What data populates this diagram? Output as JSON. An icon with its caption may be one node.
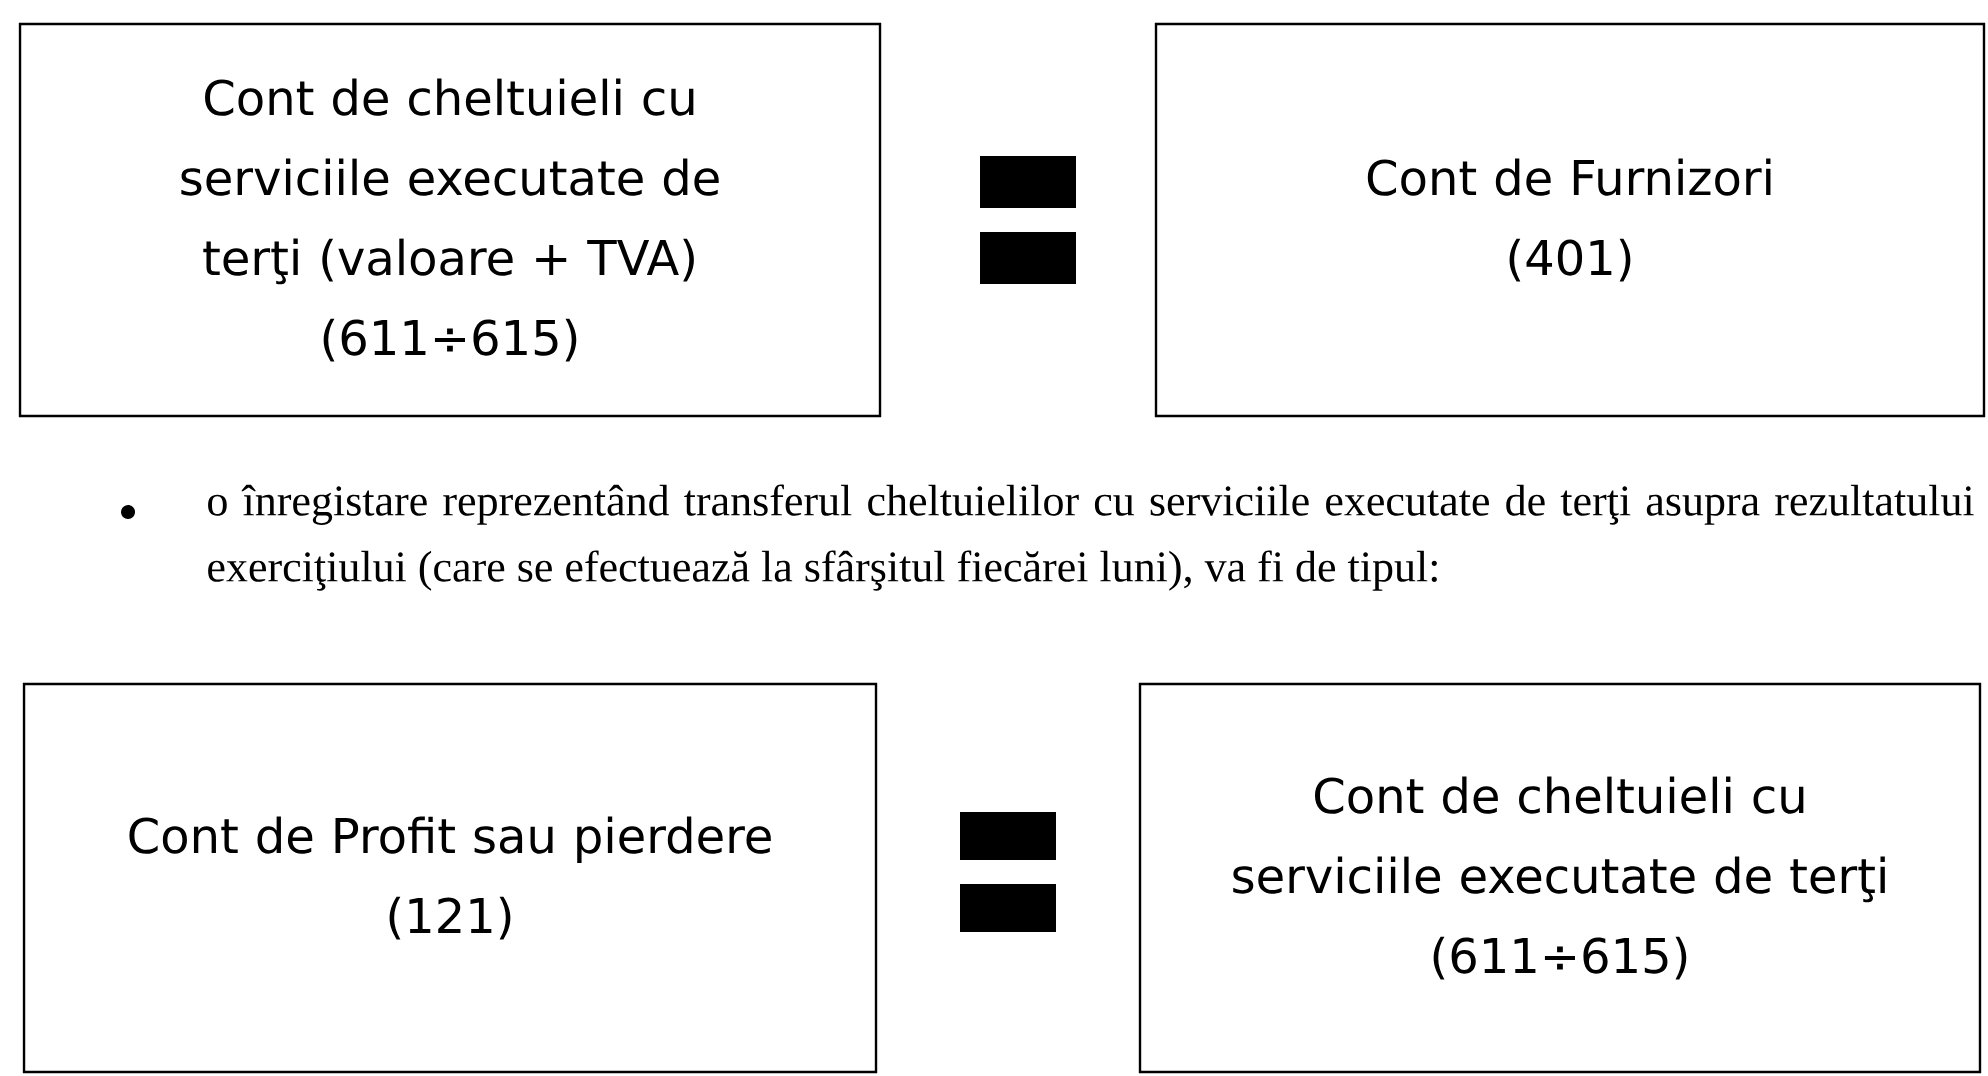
{
  "diagram": {
    "nodes": [
      {
        "text": [
          "Cont de cheltuieli cu serviciile executate de terţi (valoare + TVA)",
          "(611÷615)"
        ]
      },
      {
        "text": [
          "Cont de Furnizori",
          "(401)"
        ]
      },
      {
        "text": [
          "Cont de Profit sau pierdere",
          "(121)"
        ]
      },
      {
        "text": [
          "Cont de cheltuieli cu serviciile executate de terţi",
          "(611÷615)"
        ]
      }
    ],
    "labels": [
      "o înregistare reprezentând transferul cheltuielilor cu serviciile executate de terţi asupra rezultatului exerciţiului (care se efectuează la sfârşitul fiecărei luni), va fi de tipul:"
    ]
  }
}
